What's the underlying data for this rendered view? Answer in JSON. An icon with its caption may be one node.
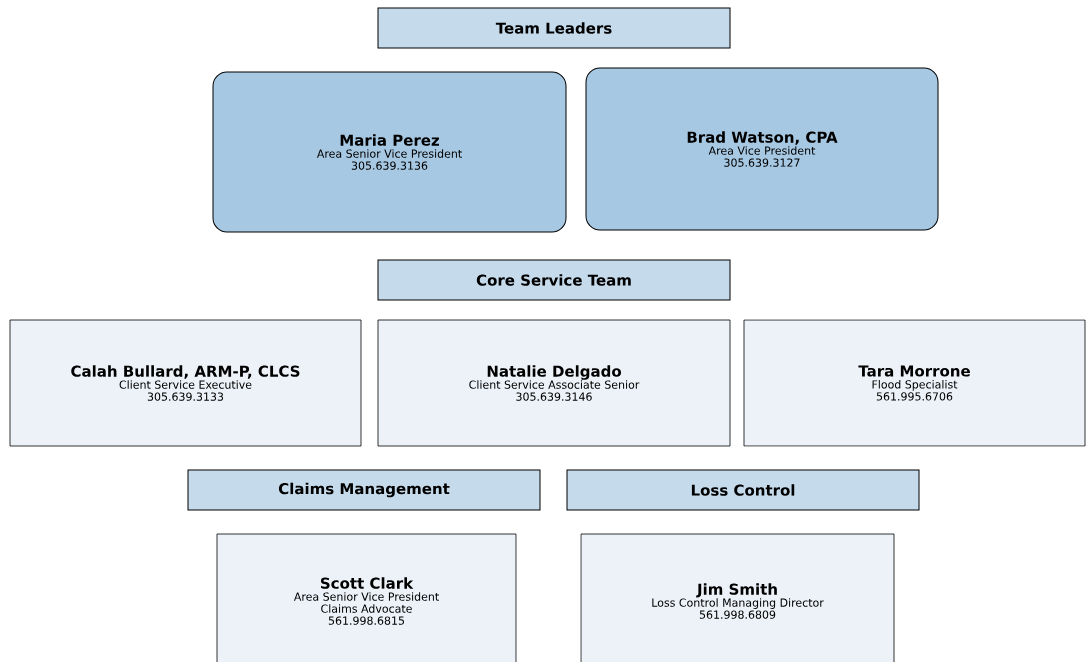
{
  "diagram": {
    "nodes": [
      {
        "text": [
          "Team Leaders"
        ]
      },
      {
        "text": [
          "Maria Perez",
          "Area Senior Vice President",
          "305.639.3136"
        ]
      },
      {
        "text": [
          "Brad Watson, CPA",
          "Area Vice President",
          "305.639.3127"
        ]
      },
      {
        "text": [
          "Core Service Team"
        ]
      },
      {
        "text": [
          "Calah Bullard, ARM-P, CLCS",
          "Client Service Executive",
          "305.639.3133"
        ]
      },
      {
        "text": [
          "Natalie Delgado",
          "Client Service Associate Senior",
          "305.639.3146"
        ]
      },
      {
        "text": [
          "Tara Morrone",
          "Flood Specialist",
          "561.995.6706"
        ]
      },
      {
        "text": [
          "Claims Management"
        ]
      },
      {
        "text": [
          "Loss Control"
        ]
      },
      {
        "text": [
          "Scott Clark",
          "Area Senior Vice President",
          "Claims Advocate",
          "561.998.6815"
        ]
      },
      {
        "text": [
          "Jim Smith",
          "Loss Control Managing Director",
          "561.998.6809"
        ]
      }
    ]
  }
}
